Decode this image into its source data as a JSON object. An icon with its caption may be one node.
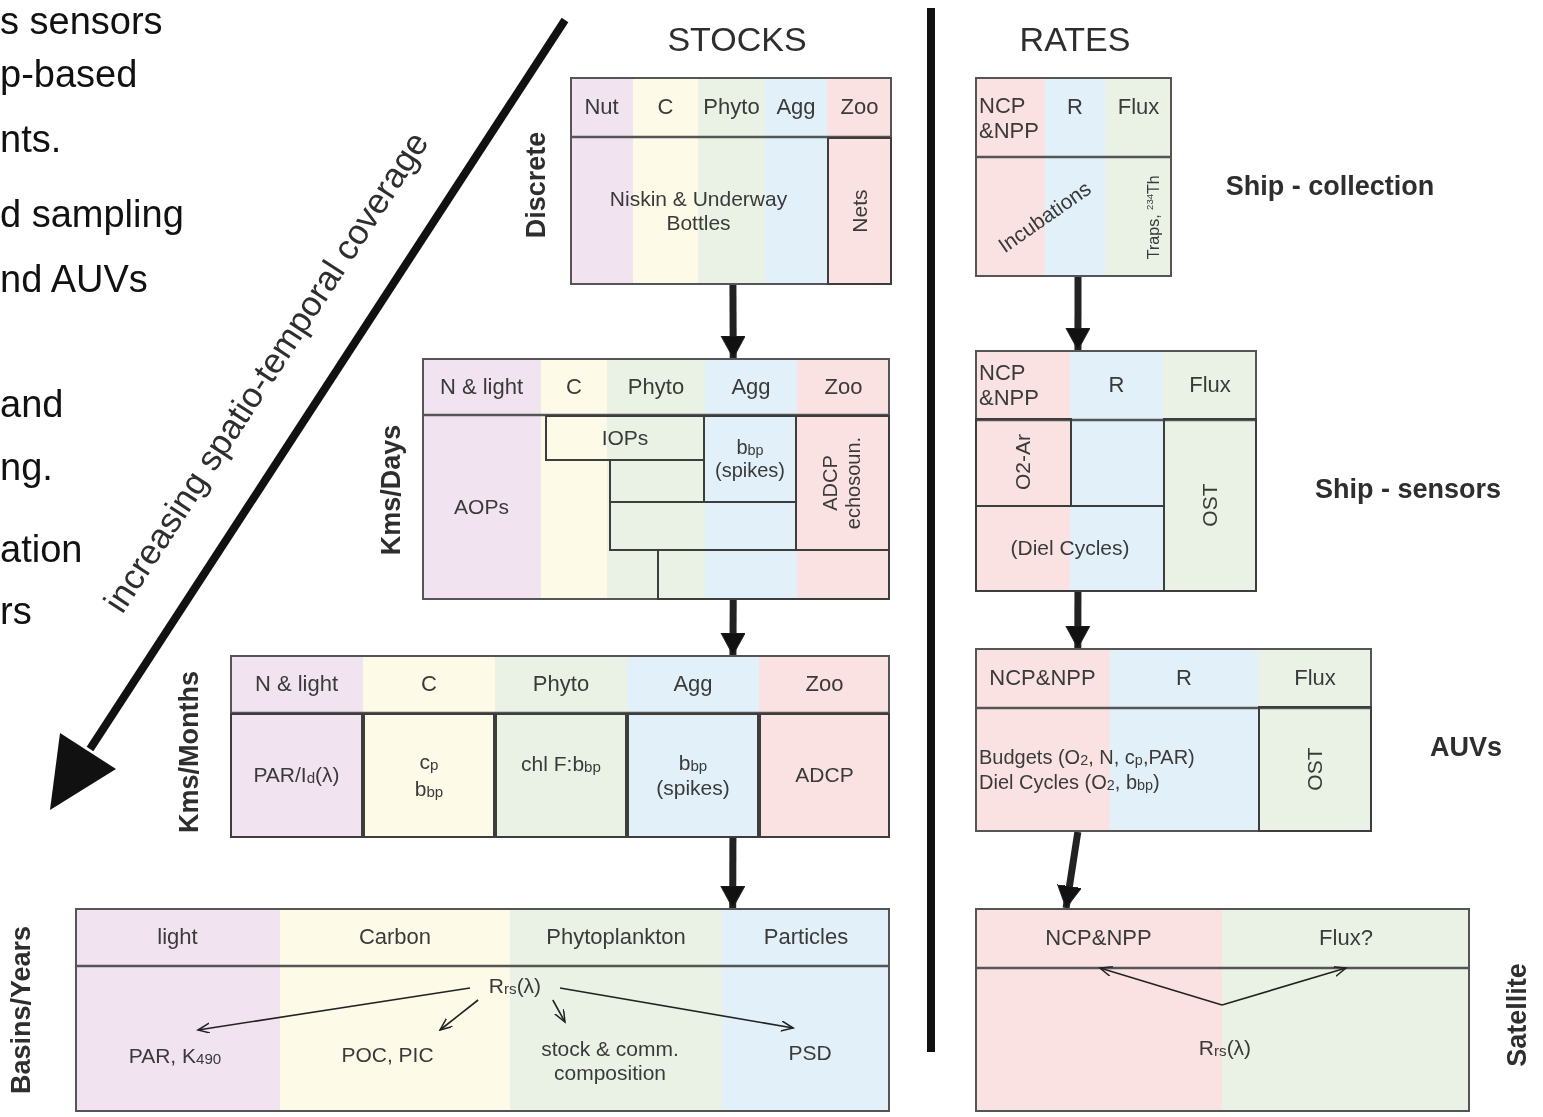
{
  "diagram": {
    "nodes": [
      {
        "text": [],
        "shape": "box",
        "beside": [
          "Discrete"
        ]
      },
      {
        "text": [
          "Nut"
        ],
        "in": 0
      },
      {
        "text": [
          "C"
        ],
        "in": 0
      },
      {
        "text": [
          "Phyto"
        ],
        "in": 0
      },
      {
        "text": [
          "Agg"
        ],
        "in": 0
      },
      {
        "text": [
          "Zoo"
        ],
        "in": 0
      },
      {
        "text": [
          "Niskin & Underway Bottles"
        ],
        "in": 0
      },
      {
        "text": [
          "Nets"
        ],
        "in": 0
      },
      {
        "text": [],
        "shape": "box",
        "beside": [
          "Kms/Days"
        ]
      },
      {
        "text": [
          "N & light"
        ],
        "in": 8
      },
      {
        "text": [
          "C"
        ],
        "in": 8
      },
      {
        "text": [
          "Phyto"
        ],
        "in": 8
      },
      {
        "text": [
          "Agg"
        ],
        "in": 8
      },
      {
        "text": [
          "Zoo"
        ],
        "in": 8
      },
      {
        "text": [
          "AOPs"
        ],
        "in": 8
      },
      {
        "text": [
          "IOPs"
        ],
        "in": 8
      },
      {
        "text": [
          "b$_{bp}$ (spikes)"
        ],
        "in": 8
      },
      {
        "text": [],
        "shape": "box",
        "in": 8
      },
      {
        "text": [],
        "shape": "box",
        "in": 8
      },
      {
        "text": [
          "ADCP echosoun."
        ],
        "in": 8
      },
      {
        "text": [],
        "shape": "box",
        "in": 8
      },
      {
        "text": [],
        "shape": "box",
        "beside": [
          "Kms/Months"
        ]
      },
      {
        "text": [
          "N & light"
        ],
        "in": 21
      },
      {
        "text": [
          "C"
        ],
        "in": 21
      },
      {
        "text": [
          "Phyto"
        ],
        "in": 21
      },
      {
        "text": [
          "Agg"
        ],
        "in": 21
      },
      {
        "text": [
          "Zoo"
        ],
        "in": 21
      },
      {
        "text": [
          "PAR/I$_{d}$(λ)"
        ],
        "in": 21
      },
      {
        "text": [
          "c$_{p}$",
          "b$_{bp}$"
        ],
        "in": 21
      },
      {
        "text": [
          "chl F:b$_{bp}$"
        ],
        "in": 21
      },
      {
        "text": [
          "b$_{bp}$ (spikes)"
        ],
        "in": 21
      },
      {
        "text": [
          "ADCP"
        ],
        "in": 21
      },
      {
        "text": [],
        "shape": "box",
        "beside": [
          "Basins/Years"
        ]
      },
      {
        "text": [
          "light"
        ],
        "in": 32
      },
      {
        "text": [
          "Carbon"
        ],
        "in": 32
      },
      {
        "text": [
          "Phytoplankton"
        ],
        "in": 32
      },
      {
        "text": [
          "Particles"
        ],
        "in": 32
      },
      {
        "text": [
          "R$_{rs}$(λ)"
        ],
        "in": 32
      },
      {
        "text": [
          "PAR, K$_{490}$"
        ],
        "in": 32
      },
      {
        "text": [
          "POC, PIC"
        ],
        "in": 32
      },
      {
        "text": [
          "stock & comm. composition"
        ],
        "in": 32
      },
      {
        "text": [
          "PSD"
        ],
        "in": 32
      },
      {
        "text": [],
        "shape": "box",
        "beside": [
          "Ship - collection"
        ]
      },
      {
        "text": [
          "NCP &NPP"
        ],
        "in": 42
      },
      {
        "text": [
          "R"
        ],
        "in": 42
      },
      {
        "text": [
          "Flux"
        ],
        "in": 42
      },
      {
        "text": [
          "Incubations"
        ],
        "in": 42
      },
      {
        "text": [
          "Traps, $^{234}$Th"
        ],
        "in": 42
      },
      {
        "text": [],
        "shape": "box",
        "beside": [
          "Ship - sensors"
        ]
      },
      {
        "text": [
          "NCP &NPP"
        ],
        "in": 48
      },
      {
        "text": [
          "R"
        ],
        "in": 48
      },
      {
        "text": [
          "Flux"
        ],
        "in": 48
      },
      {
        "text": [
          "O2-Ar"
        ],
        "in": 48
      },
      {
        "text": [
          "(Diel Cycles)"
        ],
        "in": 48
      },
      {
        "text": [
          "OST"
        ],
        "in": 48
      },
      {
        "text": [],
        "shape": "box",
        "beside": [
          "AUVs"
        ]
      },
      {
        "text": [
          "NCP&NPP"
        ],
        "in": 55
      },
      {
        "text": [
          "R"
        ],
        "in": 55
      },
      {
        "text": [
          "Flux"
        ],
        "in": 55
      },
      {
        "text": [
          "Budgets (O$_{2}$, N, c$_{p}$,PAR)",
          "Diel Cycles (O$_{2}$, b$_{bp}$)"
        ],
        "in": 55
      },
      {
        "text": [
          "OST"
        ],
        "in": 55
      },
      {
        "text": [],
        "shape": "box",
        "beside": [
          "Satellite"
        ]
      },
      {
        "text": [
          "NCP&NPP"
        ],
        "in": 61
      },
      {
        "text": [
          "Flux?"
        ],
        "in": 61
      },
      {
        "text": [
          "R$_{rs}$(λ)"
        ],
        "in": 61
      }
    ],
    "edges": [
      {
        "from": 0,
        "to": 8,
        "arrow": "to",
        "style": "thick"
      },
      {
        "from": 8,
        "to": 21,
        "arrow": "to",
        "style": "thick"
      },
      {
        "from": 21,
        "to": 32,
        "arrow": "to",
        "style": "thick"
      },
      {
        "from": 42,
        "to": 48,
        "arrow": "to",
        "style": "thick"
      },
      {
        "from": 48,
        "to": 55,
        "arrow": "to",
        "style": "thick"
      },
      {
        "from": 55,
        "to": 61,
        "arrow": "to",
        "style": "thick"
      },
      {
        "from": 37,
        "to": 38,
        "arrow": "to"
      },
      {
        "from": 37,
        "to": 39,
        "arrow": "to"
      },
      {
        "from": 37,
        "to": 40,
        "arrow": "to"
      },
      {
        "from": 37,
        "to": 41,
        "arrow": "to"
      },
      {
        "from": 64,
        "to": 62,
        "arrow": "to"
      },
      {
        "from": 64,
        "to": 63,
        "arrow": "to"
      }
    ],
    "labels": [
      "s sensors",
      "p-based",
      "nts.",
      "d sampling",
      "nd AUVs",
      "and",
      "ng.",
      "ation",
      "rs",
      "increasing spatio-temporal coverage",
      "STOCKS",
      "RATES"
    ]
  }
}
